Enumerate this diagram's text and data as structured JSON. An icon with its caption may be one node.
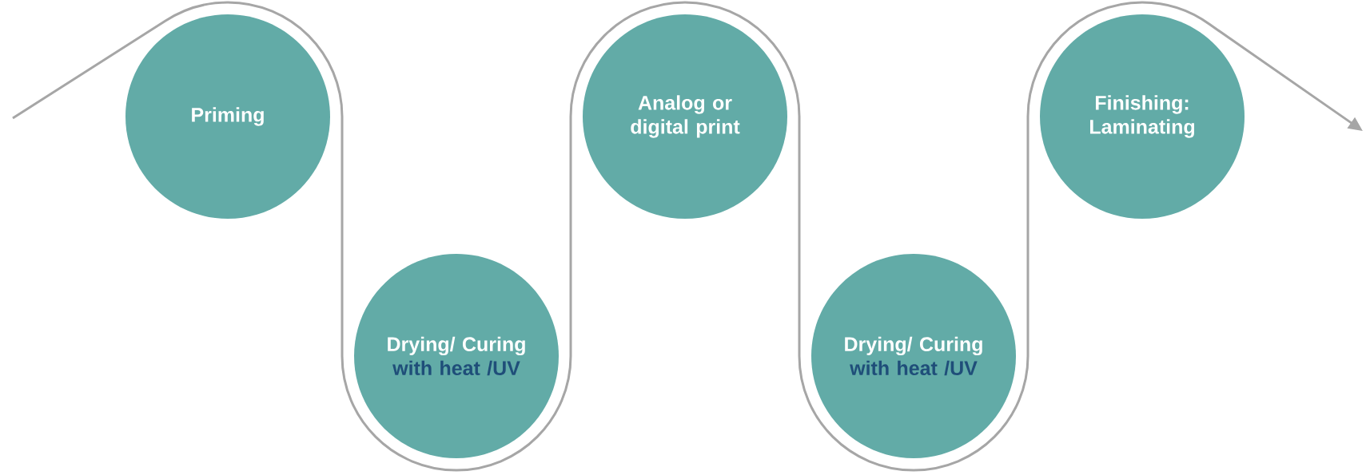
{
  "diagram": {
    "nodes": [
      {
        "text": [
          "Priming"
        ]
      },
      {
        "text": [
          "Drying/ Curing",
          "with heat /UV"
        ]
      },
      {
        "text": [
          "Analog or digital print"
        ]
      },
      {
        "text": [
          "Drying/ Curing",
          "with heat /UV"
        ]
      },
      {
        "text": [
          "Finishing: Laminating"
        ]
      }
    ],
    "edges": [
      {
        "from": null,
        "to": 0,
        "arrow": "none"
      },
      {
        "from": 0,
        "to": 1,
        "arrow": "none"
      },
      {
        "from": 1,
        "to": 2,
        "arrow": "none"
      },
      {
        "from": 2,
        "to": 3,
        "arrow": "none"
      },
      {
        "from": 3,
        "to": 4,
        "arrow": "none"
      },
      {
        "from": 4,
        "to": null,
        "arrow": "to"
      }
    ]
  }
}
